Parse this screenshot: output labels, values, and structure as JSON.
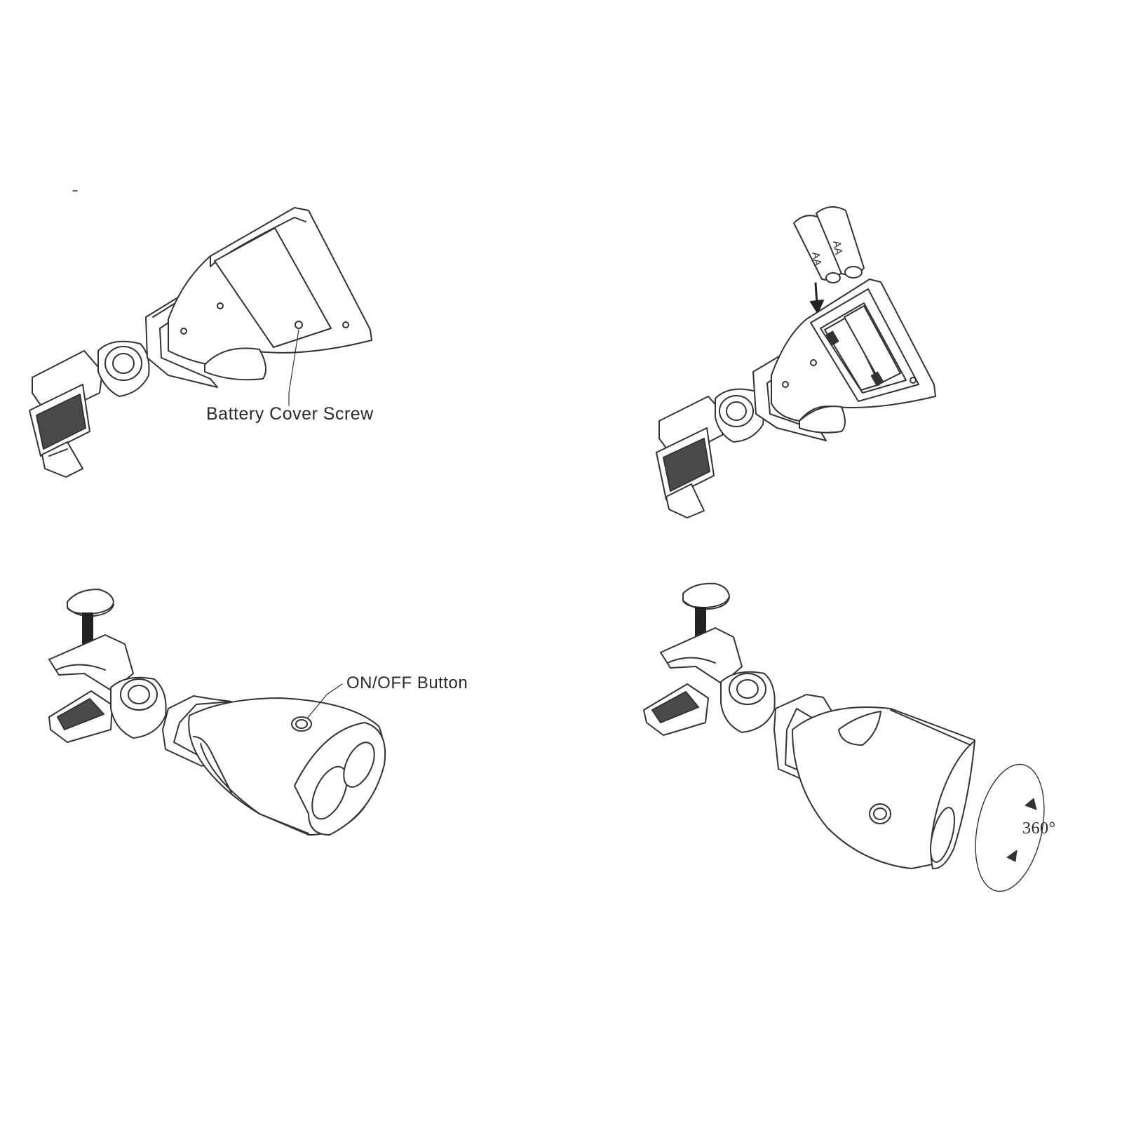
{
  "panels": {
    "battery_cover": {
      "callout_label": "Battery Cover Screw"
    },
    "battery_insert": {
      "battery_labels": [
        "AA",
        "AA"
      ]
    },
    "power_button": {
      "callout_label": "ON/OFF Button"
    },
    "rotation": {
      "rotation_label": "360°"
    }
  },
  "colors": {
    "line": "#333333",
    "pad": "#4a4a4a",
    "bolt": "#222222"
  }
}
